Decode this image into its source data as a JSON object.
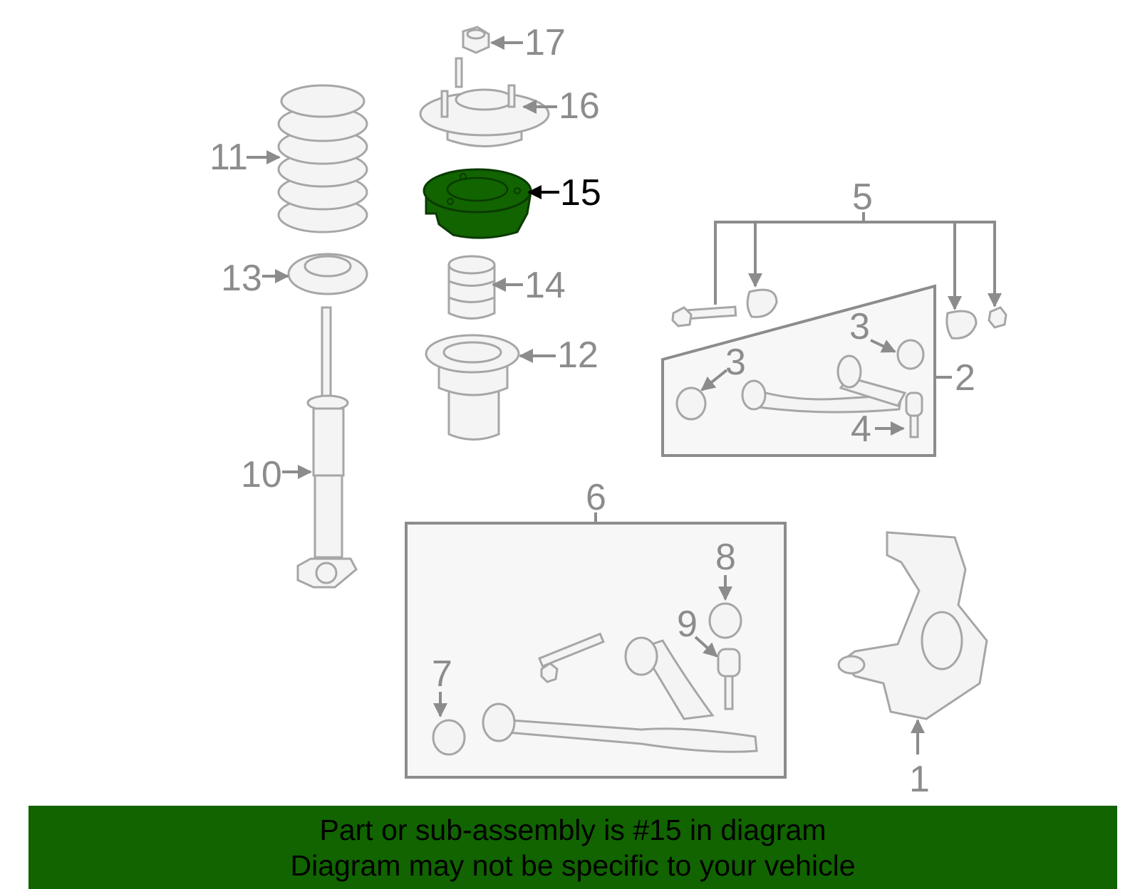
{
  "colors": {
    "highlight": "#116400",
    "banner_background": "#116400",
    "part_stroke": "#a6a6a6",
    "callout_text": "#8c8c8c",
    "highlight_text": "#000000"
  },
  "highlighted_part": "15",
  "callouts": {
    "c1": "1",
    "c2": "2",
    "c3a": "3",
    "c3b": "3",
    "c4": "4",
    "c5": "5",
    "c6": "6",
    "c7": "7",
    "c8": "8",
    "c9": "9",
    "c10": "10",
    "c11": "11",
    "c12": "12",
    "c13": "13",
    "c14": "14",
    "c15": "15",
    "c16": "16",
    "c17": "17"
  },
  "banner": {
    "line1": "Part or sub-assembly is #15 in diagram",
    "line2": "Diagram may not be specific to your vehicle"
  }
}
